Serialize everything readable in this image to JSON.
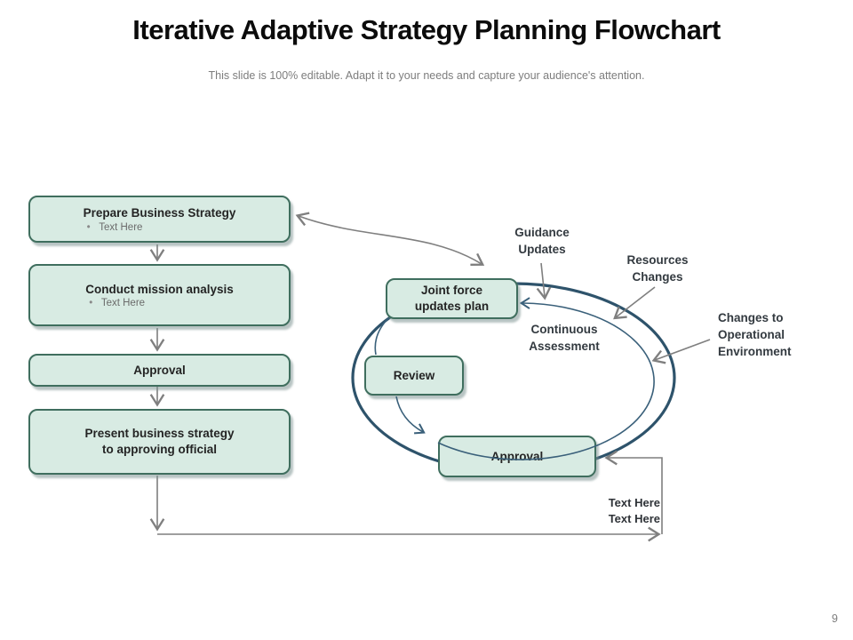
{
  "slide": {
    "title": "Iterative Adaptive Strategy Planning Flowchart",
    "subtitle": "This slide is 100% editable. Adapt it to your needs and capture your audience's attention.",
    "page_number": "9"
  },
  "left_flow": {
    "steps": [
      {
        "label": "Prepare Business Strategy",
        "bullet": "Text Here"
      },
      {
        "label": "Conduct mission analysis",
        "bullet": "Text Here"
      },
      {
        "label": "Approval"
      },
      {
        "label": "Present business strategy to approving official"
      }
    ]
  },
  "cycle": {
    "nodes": [
      {
        "label": "Joint force updates plan"
      },
      {
        "label": "Review"
      },
      {
        "label": "Approval"
      }
    ],
    "labels": {
      "guidance": "Guidance Updates",
      "resources": "Resources Changes",
      "assessment": "Continuous Assessment",
      "environment": "Changes to Operational Environment",
      "feedback": "Text Here Text Here"
    }
  },
  "colors": {
    "node_fill": "#d8ebe3",
    "node_border": "#3f6e5e",
    "ellipse_stroke": "#2e536b",
    "inner_arc_stroke": "#3a607a",
    "connector_gray": "#7f7f7f"
  }
}
